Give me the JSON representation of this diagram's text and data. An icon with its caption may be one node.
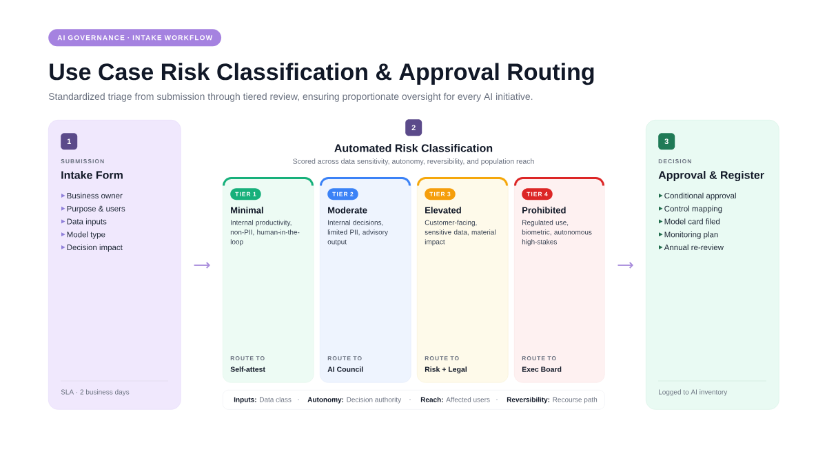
{
  "diagram": {
    "title": "Use Case Risk Classification & Approval Routing",
    "nodes": [
      {
        "text": [
          "AI GOVERNANCE · INTAKE WORKFLOW"
        ]
      },
      {
        "text": [
          "SUBMISSION",
          "Intake Form",
          "Business owner",
          "Purpose & users",
          "Data inputs",
          "Model type",
          "Decision impact",
          "SLA · 2 business days"
        ]
      },
      {
        "text": [
          "1"
        ],
        "in": 1
      },
      {
        "text": [
          "2"
        ]
      },
      {
        "text": [
          "Minimal",
          "Internal productivity, non-PII, human-in-the-loop",
          "ROUTE TO",
          "Self-attest"
        ]
      },
      {
        "text": [
          "TIER 1"
        ],
        "in": 4
      },
      {
        "text": [
          "Moderate",
          "Internal decisions, limited PII, advisory output",
          "ROUTE TO",
          "AI Council"
        ]
      },
      {
        "text": [
          "TIER 2"
        ],
        "in": 6
      },
      {
        "text": [
          "Elevated",
          "Customer-facing, sensitive data, material impact",
          "ROUTE TO",
          "Risk + Legal"
        ]
      },
      {
        "text": [
          "TIER 3"
        ],
        "in": 8
      },
      {
        "text": [
          "Prohibited",
          "Regulated use, biometric, autonomous high-stakes",
          "ROUTE TO",
          "Exec Board"
        ]
      },
      {
        "text": [
          "TIER 4"
        ],
        "in": 10
      },
      {
        "text": [
          "**Inputs:** Data class",
          "**Autonomy:** Decision authority",
          "**Reach:** Affected users",
          "**Reversibility:** Recourse path"
        ]
      },
      {
        "text": [
          "DECISION",
          "Approval & Register",
          "Conditional approval",
          "Control mapping",
          "Model card filed",
          "Monitoring plan",
          "Annual re-review",
          "Logged to AI inventory"
        ]
      },
      {
        "text": [
          "3"
        ],
        "in": 13
      }
    ],
    "edges": [
      {
        "from": 1,
        "to": 4,
        "arrow": "to"
      },
      {
        "from": 10,
        "to": 13,
        "arrow": "to"
      }
    ],
    "labels": [
      "Standardized triage from submission through tiered review, ensuring proportionate oversight for every AI initiative.",
      "Automated Risk Classification",
      "Scored across data sensitivity, autonomy, reversibility, and population reach"
    ]
  }
}
